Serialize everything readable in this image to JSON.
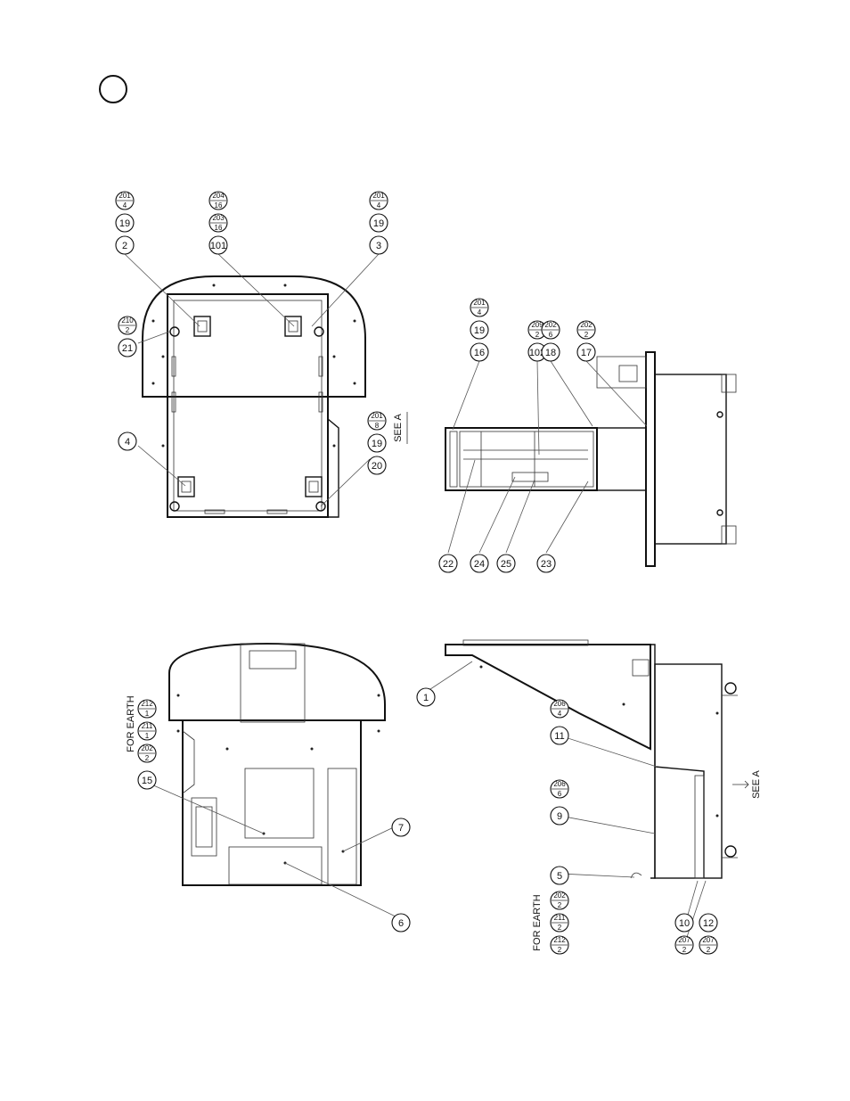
{
  "labels": {
    "see_a_top": "SEE A",
    "see_a_side": "SEE A",
    "for_earth_top": "FOR EARTH",
    "for_earth_side": "FOR EARTH"
  },
  "balloons": {
    "b2": "2",
    "b19a": "19",
    "b201a_n": "201",
    "b201a_d": "4",
    "b101": "101",
    "b203_n": "203",
    "b203_d": "16",
    "b204_n": "204",
    "b204_d": "16",
    "b3": "3",
    "b19b": "19",
    "b201b_n": "201",
    "b201b_d": "4",
    "b21": "21",
    "b210_n": "210",
    "b210_d": "2",
    "b4": "4",
    "b20": "20",
    "b19c": "19",
    "b201c_n": "201",
    "b201c_d": "8",
    "b16": "16",
    "b19d": "19",
    "b201d_n": "201",
    "b201d_d": "4",
    "b102": "102",
    "b209_n": "209",
    "b209_d": "2",
    "b18": "18",
    "b202a_n": "202",
    "b202a_d": "6",
    "b17": "17",
    "b202b_n": "202",
    "b202b_d": "2",
    "b22": "22",
    "b24": "24",
    "b25": "25",
    "b23": "23",
    "b15": "15",
    "b202c_n": "202",
    "b202c_d": "2",
    "b211a_n": "211",
    "b211a_d": "1",
    "b212a_n": "212",
    "b212a_d": "1",
    "b7": "7",
    "b6": "6",
    "b1": "1",
    "b206a_n": "206",
    "b206a_d": "4",
    "b11": "11",
    "b206b_n": "206",
    "b206b_d": "6",
    "b9": "9",
    "b5": "5",
    "b10": "10",
    "b12": "12",
    "b202d_n": "202",
    "b202d_d": "2",
    "b211b_n": "211",
    "b211b_d": "2",
    "b212b_n": "212",
    "b212b_d": "2",
    "b207a_n": "207",
    "b207a_d": "2",
    "b207b_n": "207",
    "b207b_d": "2"
  }
}
